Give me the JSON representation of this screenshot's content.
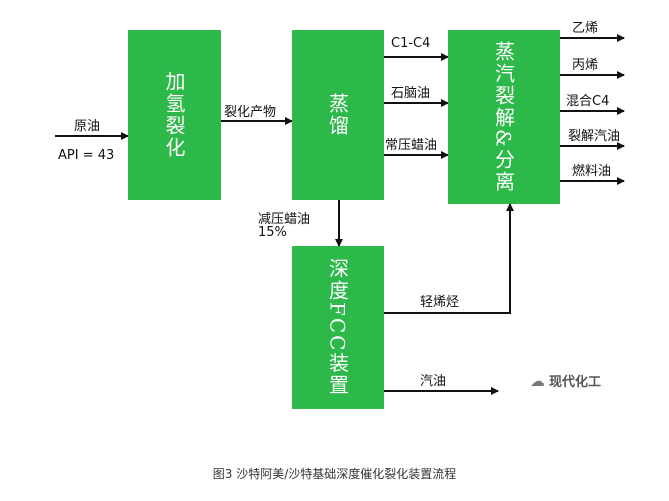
{
  "boxes": {
    "hydrocracking": "加氢裂化",
    "distillation": "蒸馏",
    "steam_cracking": "蒸汽裂解&分离",
    "fcc": "深度FCC装置"
  },
  "labels": {
    "crude": "原油",
    "api": "API = 43",
    "cracked_products": "裂化产物",
    "c1c4": "C1-C4",
    "naphtha": "石脑油",
    "atm_gasoil": "常压蜡油",
    "vac_gasoil": "减压蜡油",
    "vac_pct": "15%",
    "light_olefins": "轻烯烃",
    "gasoline": "汽油"
  },
  "outputs": [
    "乙烯",
    "丙烯",
    "混合C4",
    "裂解汽油",
    "燃料油"
  ],
  "watermark": "现代化工",
  "caption": "图3  沙特阿美/沙特基础深度催化裂化装置流程",
  "colors": {
    "box_green": "#2db84a",
    "arrow": "#111111"
  }
}
